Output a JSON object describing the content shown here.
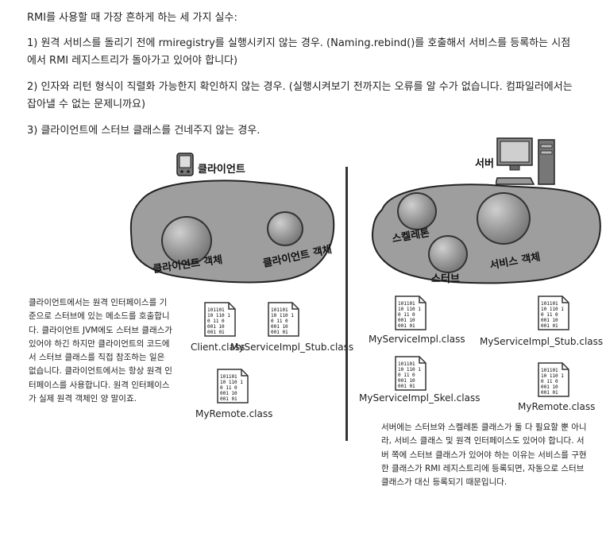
{
  "intro": {
    "heading": "RMI를 사용할 때 가장 흔하게 하는 세 가지 실수:",
    "items": [
      "1) 원격 서비스를 돌리기 전에 rmiregistry를 실행시키지 않는 경우. (Naming.rebind()를 호출해서 서비스를 등록하는 시점에서 RMI 레지스트리가 돌아가고 있어야 합니다)",
      "2) 인자와 리턴 형식이 직렬화 가능한지 확인하지 않는 경우. (실행시켜보기 전까지는 오류를 알 수가 없습니다. 컴파일러에서는 잡아낼 수 없는 문제니까요)",
      "3) 클라이언트에 스터브 클래스를 건네주지 않는 경우."
    ]
  },
  "client": {
    "title": "클라이언트",
    "object_label_1": "클라이언트 객체",
    "object_label_2": "클라이언트 객체",
    "files": [
      "Client.class",
      "MyServiceImpl_Stub.class",
      "MyRemote.class"
    ],
    "note": "클라이언트에서는 원격 인터페이스를 기준으로 스터브에 있는 메소드를 호출합니다. 클라이언트 JVM에도 스터브 클래스가 있어야 하긴 하지만 클라이언트의 코드에서 스터브 클래스를 직접 참조하는 일은 없습니다. 클라이언트에서는 항상 원격 인터페이스를 사용합니다. 원격 인터페이스가 실제 원격 객체인 양 말이죠."
  },
  "server": {
    "title": "서버",
    "skeleton_label": "스켈레톤",
    "stub_label": "스터브",
    "service_label": "서비스 객체",
    "files": [
      "MyServiceImpl.class",
      "MyServiceImpl_Stub.class",
      "MyServiceImpl_Skel.class",
      "MyRemote.class"
    ],
    "note": "서버에는 스터브와 스켈레톤 클래스가 둘 다 필요할 뿐 아니라, 서비스 클래스 및 원격 인터페이스도 있어야 합니다. 서버 쪽에 스터브 클래스가 있어야 하는 이유는 서비스를 구현한 클래스가 RMI 레지스트리에 등록되면, 자동으로 스터브 클래스가 대신 등록되기 때문입니다."
  },
  "file_icon_text": [
    "101101",
    "10 110 1",
    "0 11 0",
    "001 10",
    "001 01"
  ]
}
